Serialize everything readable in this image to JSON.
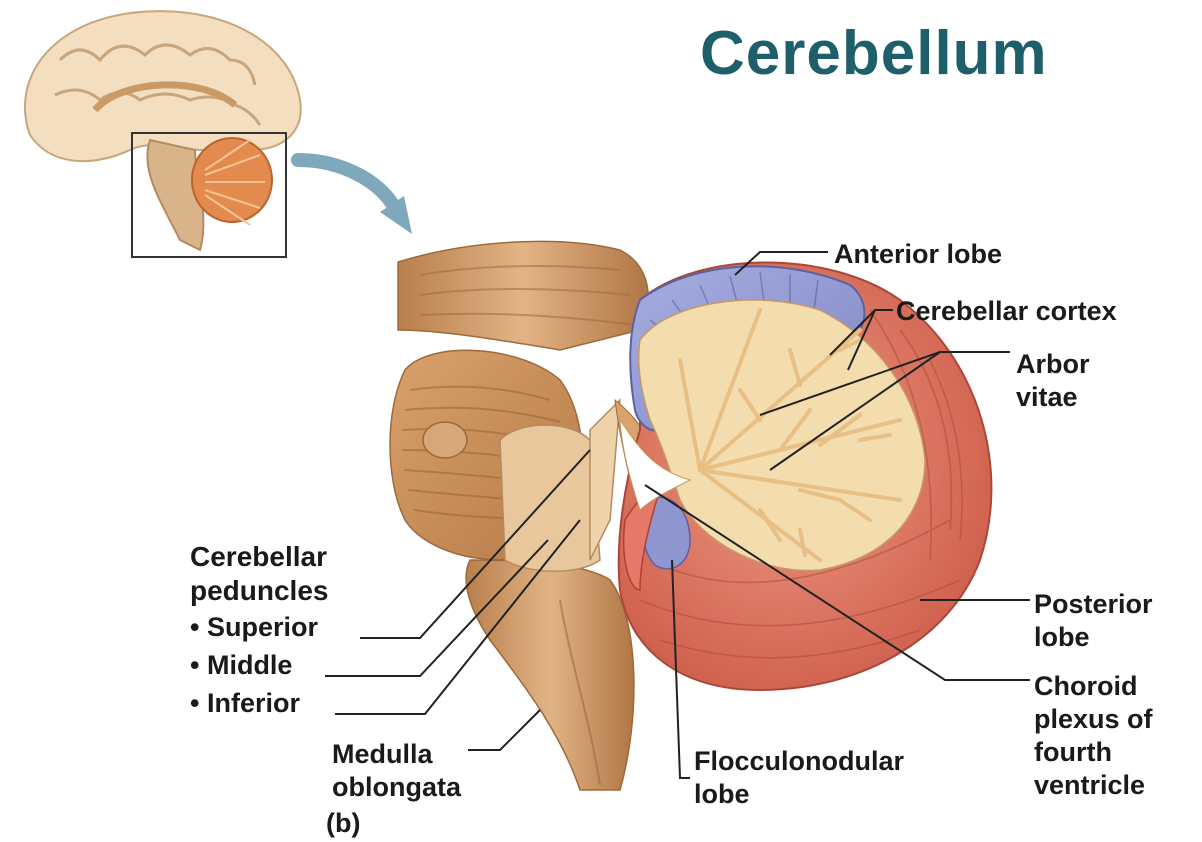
{
  "title": "Cerebellum",
  "labels": {
    "anterior_lobe": "Anterior lobe",
    "cerebellar_cortex": "Cerebellar cortex",
    "arbor_vitae": [
      "Arbor",
      "vitae"
    ],
    "posterior_lobe": [
      "Posterior",
      "lobe"
    ],
    "choroid_plexus": [
      "Choroid",
      "plexus of",
      "fourth",
      "ventricle"
    ],
    "flocculonodular_lobe": [
      "Flocculonodular",
      "lobe"
    ],
    "medulla_oblongata": [
      "Medulla",
      "oblongata"
    ],
    "panel_letter": "(b)",
    "peduncles": {
      "heading": [
        "Cerebellar",
        "peduncles"
      ],
      "items": [
        "• Superior",
        "• Middle",
        "• Inferior"
      ]
    }
  },
  "colors": {
    "title": "#1f5f6b",
    "anterior_lobe": "#8f95cf",
    "posterior_lobe": "#d8705e",
    "arbor_vitae": "#f3dcae",
    "brainstem": "#cf9a63",
    "arrow": "#7fa8bd"
  }
}
